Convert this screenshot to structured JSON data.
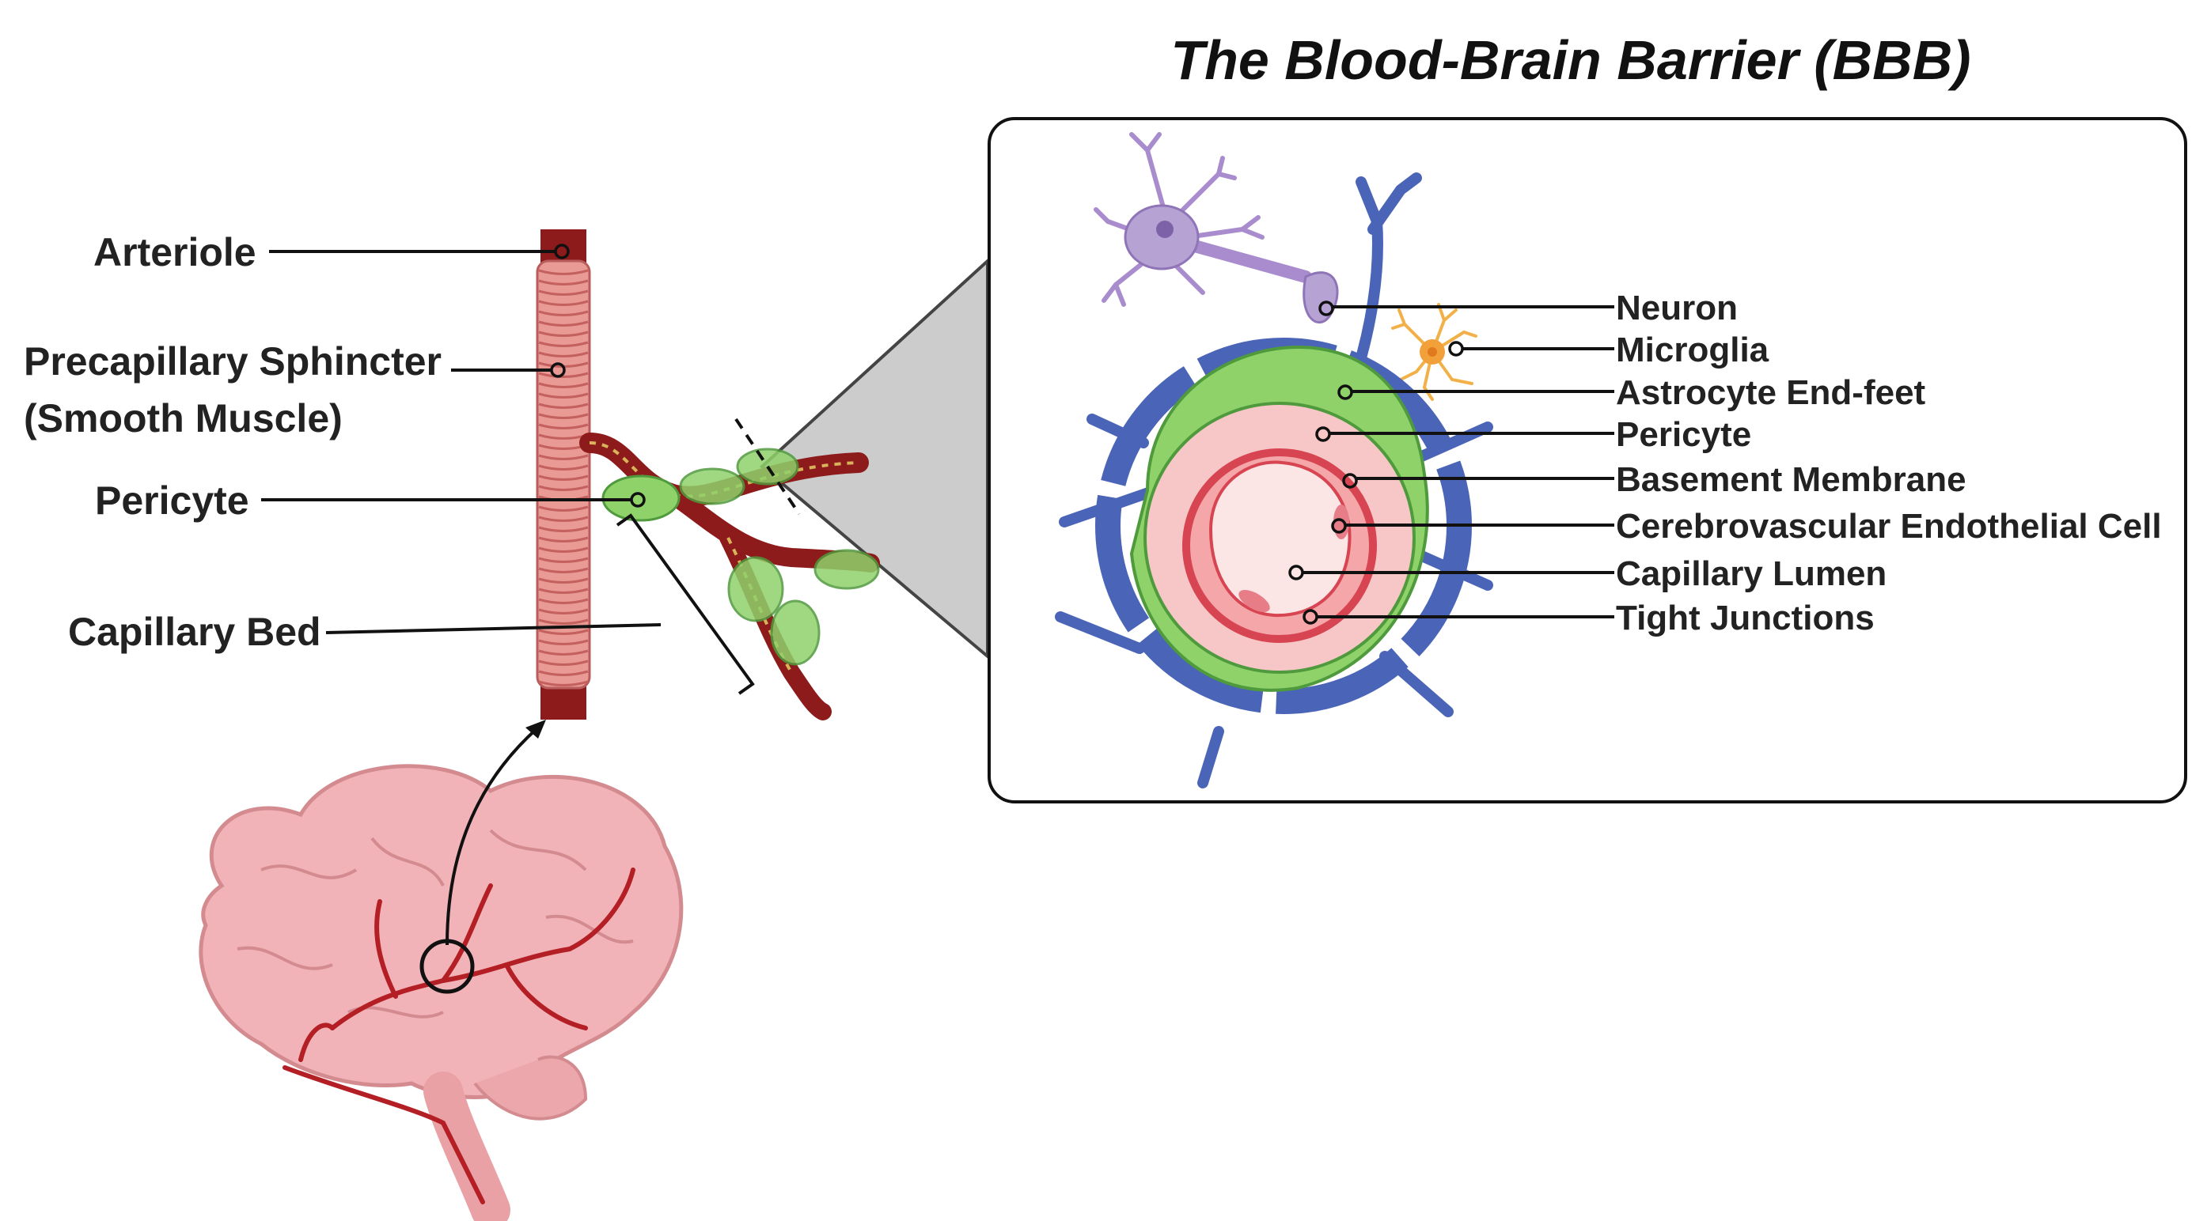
{
  "title": "The Blood-Brain Barrier (BBB)",
  "left_labels": {
    "arteriole": "Arteriole",
    "sphincter_line1": "Precapillary Sphincter",
    "sphincter_line2": "(Smooth Muscle)",
    "pericyte": "Pericyte",
    "capillary_bed": "Capillary Bed"
  },
  "bbb_labels": [
    "Neuron",
    "Microglia",
    "Astrocyte End-feet",
    "Pericyte",
    "Basement Membrane",
    "Cerebrovascular Endothelial Cell",
    "Capillary Lumen",
    "Tight Junctions"
  ],
  "colors": {
    "astrocyte": "#4a64b8",
    "pericyte": "#8fd26a",
    "basement_membrane": "#f7c7c7",
    "endothelium": "#d84552",
    "lumen": "#fbe5e5",
    "neuron": "#b7a2d4",
    "microglia": "#f2b148",
    "vessel_dark": "#8e1b1b",
    "smooth_muscle": "#e99a95",
    "brain": "#f2b3b8",
    "zoom_cone": "#cccccc"
  }
}
